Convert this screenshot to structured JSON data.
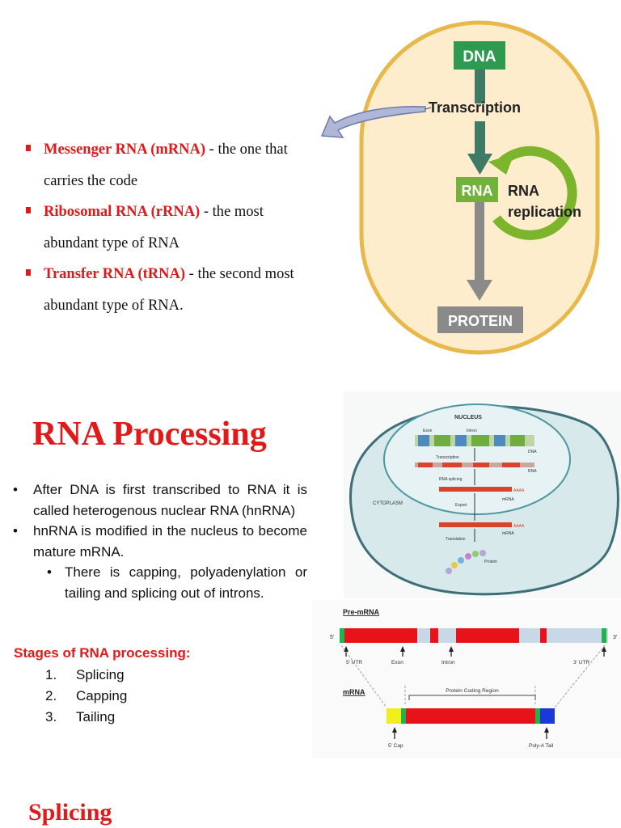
{
  "rna_types": [
    {
      "term": "Messenger RNA (mRNA)",
      "desc": " - the one that carries the code"
    },
    {
      "term": "Ribosomal RNA (rRNA)",
      "desc": " - the most abundant type of RNA"
    },
    {
      "term": "Transfer RNA (tRNA)",
      "desc": " - the second most abundant type of RNA."
    }
  ],
  "dogma_diagram": {
    "dna": "DNA",
    "transcription": "Transcription",
    "rna": "RNA",
    "rna_replication_1": "RNA",
    "rna_replication_2": "replication",
    "protein": "PROTEIN"
  },
  "section_title": "RNA Processing",
  "processing_bullets": [
    "After DNA is first transcribed to RNA it is called heterogenous nuclear RNA (hnRNA)",
    "hnRNA is modified in the nucleus to become mature mRNA."
  ],
  "processing_sub_bullet": "There is capping, polyadenylation or tailing and splicing out of introns.",
  "stages_heading": "Stages of RNA processing:",
  "stages": [
    {
      "num": "1.",
      "label": "Splicing"
    },
    {
      "num": "2.",
      "label": "Capping"
    },
    {
      "num": "3.",
      "label": "Tailing"
    }
  ],
  "cell_diagram": {
    "nucleus": "NUCLEUS",
    "exon": "Exon",
    "intron": "Intron",
    "dna": "DNA",
    "transcription": "Transcription",
    "rna": "RNA",
    "rna_splicing": "RNA splicing",
    "mrna": "mRNA",
    "export": "Export",
    "cytoplasm": "CYTOPLASM",
    "mrna2": "mRNA",
    "translation": "Translation",
    "protein": "Protein",
    "polya_1": "AAAA",
    "polya_2": "AAAA"
  },
  "mrna_diagram": {
    "pre_mrna": "Pre-mRNA",
    "five_prime": "5'",
    "three_prime": "3'",
    "utr5": "5' UTR",
    "exon": "Exon",
    "intron": "Intron",
    "utr3": "3' UTR",
    "mrna": "mRNA",
    "coding_region": "Protein Coding Region",
    "cap": "5' Cap",
    "polya_tail": "Poly-A Tail"
  },
  "next_section_title": "Splicing",
  "colors": {
    "accent_red": "#e11919",
    "dna_green": "#2e9a51",
    "cell_fill": "#fdedcc",
    "cell_border": "#e8b94a",
    "replication_green": "#7cb42c",
    "protein_gray": "#8a8a8a"
  }
}
